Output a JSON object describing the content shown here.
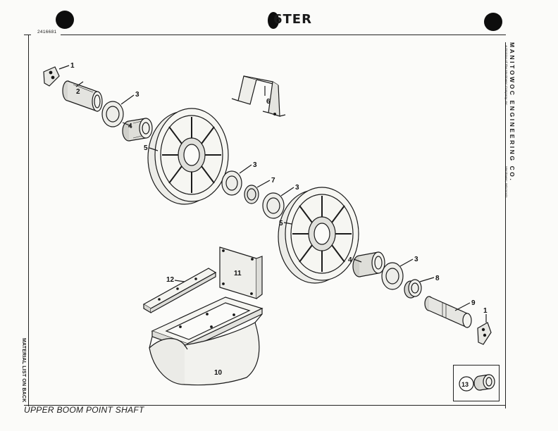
{
  "document": {
    "stamp_text": "6TER",
    "drawing_number": "2416681",
    "company": "MANITOWOC ENGINEERING CO.",
    "division": "A Division of The Manitowoc Company, Inc.",
    "location": "Manitowoc, Wisconsin",
    "side_note": "MATERIAL LIST ON BACK",
    "title": "UPPER BOOM POINT SHAFT"
  },
  "callouts": {
    "c1a": "1",
    "c2": "2",
    "c3a": "3",
    "c4a": "4",
    "c5a": "5",
    "c6": "6",
    "c3b": "3",
    "c7": "7",
    "c3c": "3",
    "c5b": "5",
    "c4b": "4",
    "c3d": "3",
    "c8": "8",
    "c9": "9",
    "c1b": "1",
    "c11": "11",
    "c12": "12",
    "c10": "10",
    "c13": "13"
  }
}
